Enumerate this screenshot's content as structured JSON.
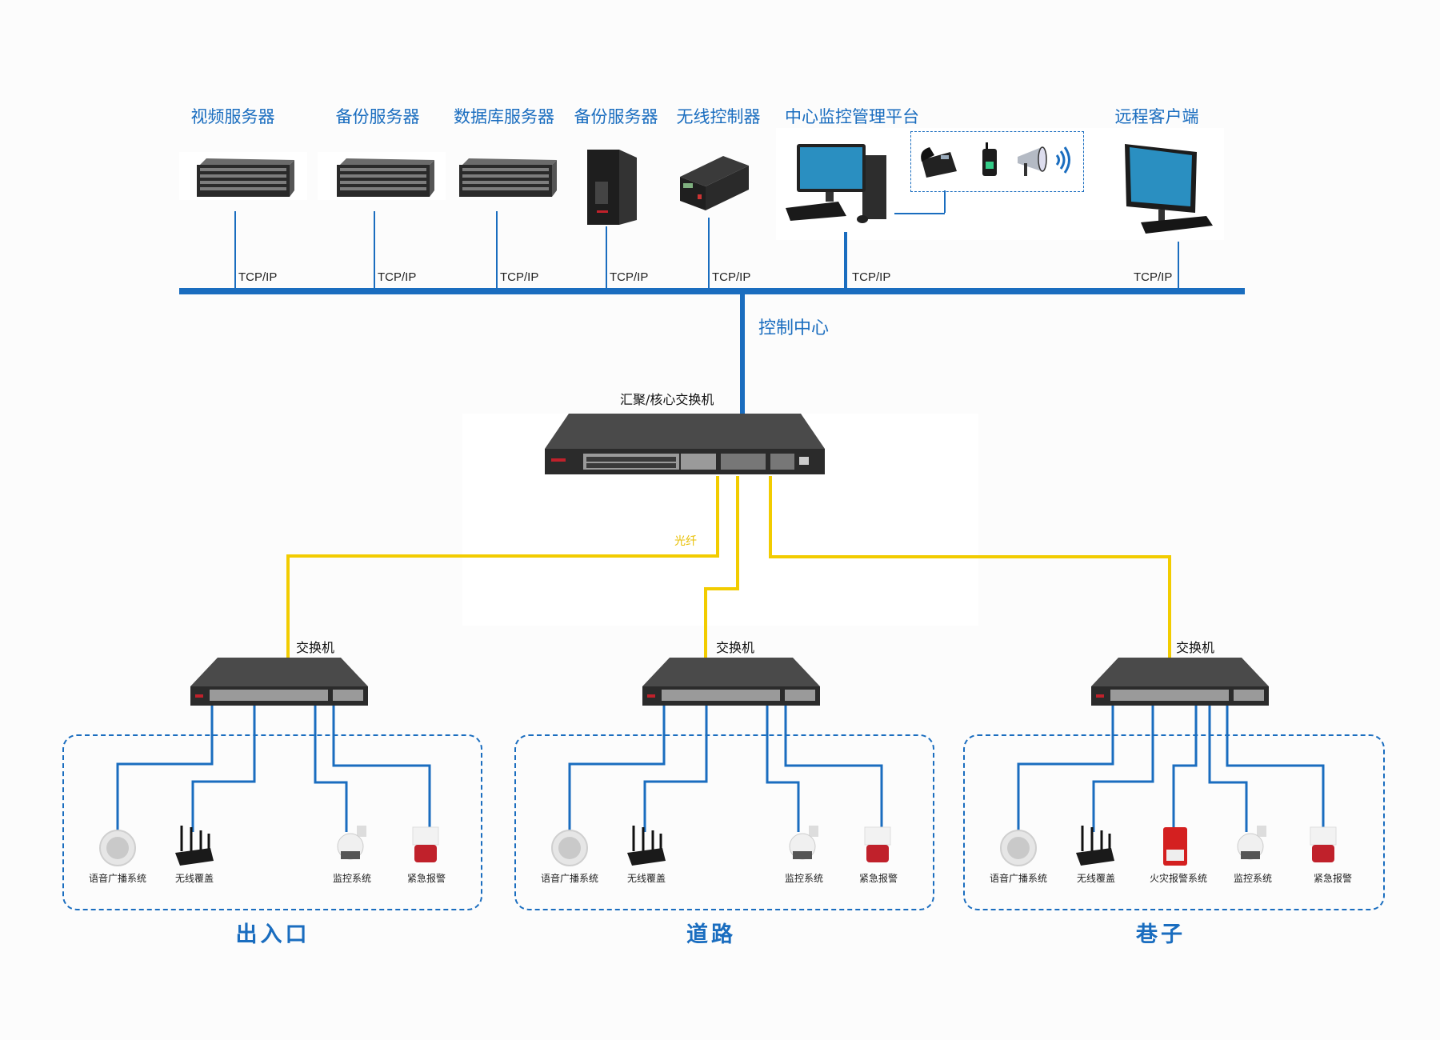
{
  "top_devices": [
    {
      "label": "视频服务器",
      "icon": "rack-server-icon",
      "link": "TCP/IP"
    },
    {
      "label": "备份服务器",
      "icon": "rack-server-icon",
      "link": "TCP/IP"
    },
    {
      "label": "数据库服务器",
      "icon": "rack-server-icon",
      "link": "TCP/IP"
    },
    {
      "label": "备份服务器",
      "icon": "tower-server-icon",
      "link": "TCP/IP"
    },
    {
      "label": "无线控制器",
      "icon": "wireless-controller-icon",
      "link": "TCP/IP"
    },
    {
      "label": "中心监控管理平台",
      "icon": "desktop-computer-icon",
      "link": "TCP/IP"
    },
    {
      "label": "远程客户端",
      "icon": "monitor-computer-icon",
      "link": "TCP/IP"
    }
  ],
  "peripherals": [
    {
      "icon": "desk-phone-icon"
    },
    {
      "icon": "walkie-talkie-icon"
    },
    {
      "icon": "megaphone-icon"
    },
    {
      "icon": "wireless-signal-icon"
    }
  ],
  "control_center_label": "控制中心",
  "core_switch_label": "汇聚/核心交换机",
  "fiber_label": "光纤",
  "zones": [
    {
      "title": "出入口",
      "switch_label": "交换机",
      "devices": [
        {
          "label": "语音广播系统",
          "icon": "ceiling-speaker-icon"
        },
        {
          "label": "无线覆盖",
          "icon": "wifi-router-icon"
        },
        {
          "label": "监控系统",
          "icon": "dome-camera-icon"
        },
        {
          "label": "紧急报警",
          "icon": "alarm-siren-icon"
        }
      ]
    },
    {
      "title": "道路",
      "switch_label": "交换机",
      "devices": [
        {
          "label": "语音广播系统",
          "icon": "ceiling-speaker-icon"
        },
        {
          "label": "无线覆盖",
          "icon": "wifi-router-icon"
        },
        {
          "label": "监控系统",
          "icon": "dome-camera-icon"
        },
        {
          "label": "紧急报警",
          "icon": "alarm-siren-icon"
        }
      ]
    },
    {
      "title": "巷子",
      "switch_label": "交换机",
      "devices": [
        {
          "label": "语音广播系统",
          "icon": "ceiling-speaker-icon"
        },
        {
          "label": "无线覆盖",
          "icon": "wifi-router-icon"
        },
        {
          "label": "火灾报警系统",
          "icon": "fire-alarm-icon"
        },
        {
          "label": "监控系统",
          "icon": "dome-camera-icon"
        },
        {
          "label": "紧急报警",
          "icon": "alarm-siren-icon"
        }
      ]
    }
  ],
  "colors": {
    "network_blue": "#1a6dbf",
    "fiber_yellow": "#f2cc00"
  }
}
